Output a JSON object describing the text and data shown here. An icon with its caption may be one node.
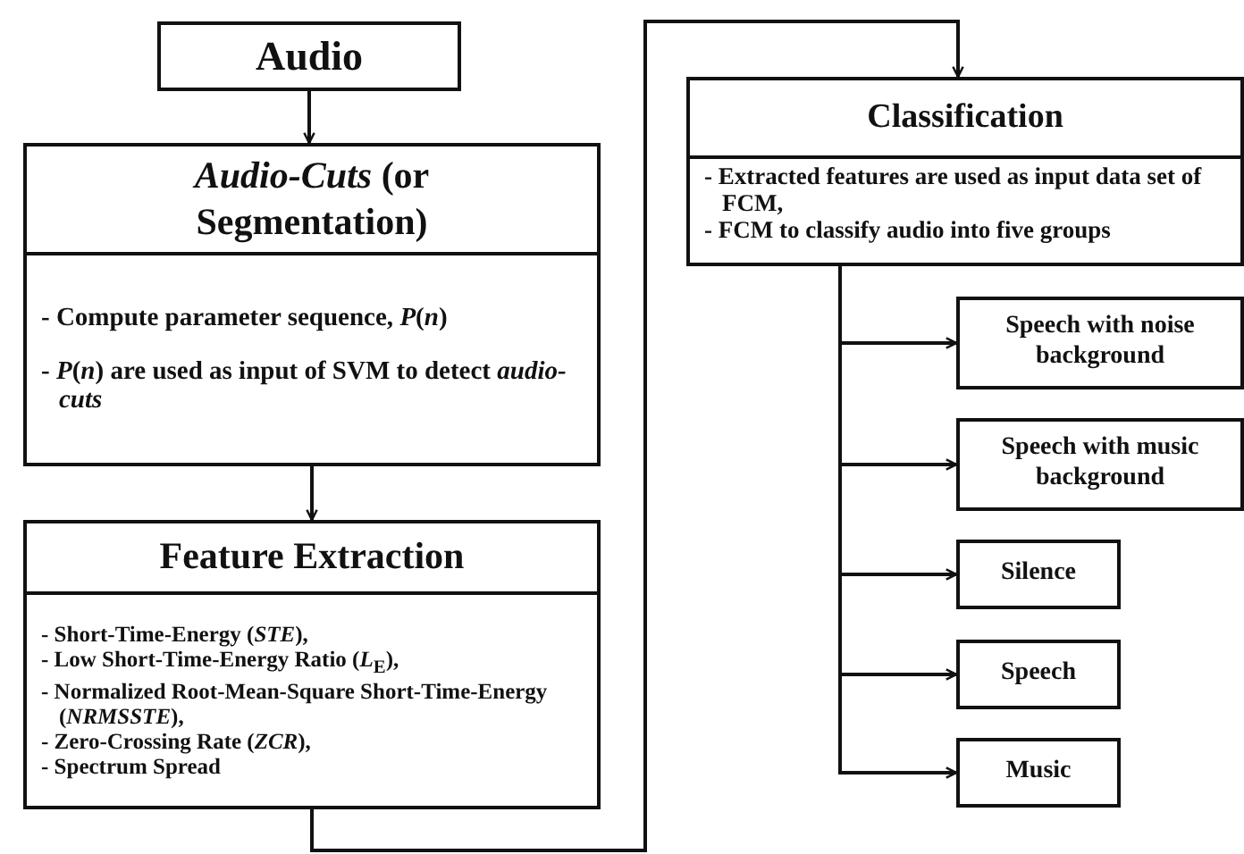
{
  "diagram": {
    "nodes": [
      {
        "text": [
          "Audio"
        ]
      },
      {
        "text": [
          "*Audio-Cuts* (or Segmentation)",
          "- Compute parameter sequence, *P*(*n*)",
          "- *P*(*n*) are used as input of SVM to detect *audio-cuts*"
        ]
      },
      {
        "text": [
          "Feature Extraction",
          "- Short-Time-Energy (*STE*),",
          "- Low Short-Time-Energy Ratio (*L*$_{E}$),",
          "- Normalized Root-Mean-Square Short-Time-Energy (*NRMSSTE*),",
          "- Zero-Crossing Rate (*ZCR*),",
          "- Spectrum Spread"
        ]
      },
      {
        "text": [
          "Classification",
          "- Extracted features are used as input data set of FCM,",
          "- FCM to classify audio into five groups"
        ]
      },
      {
        "text": [
          "Speech with noise background"
        ]
      },
      {
        "text": [
          "Speech with music background"
        ]
      },
      {
        "text": [
          "Silence"
        ]
      },
      {
        "text": [
          "Speech"
        ]
      },
      {
        "text": [
          "Music"
        ]
      }
    ],
    "edges": [
      {
        "from": 0,
        "to": 1,
        "arrow": "to"
      },
      {
        "from": 1,
        "to": 2,
        "arrow": "to"
      },
      {
        "from": 2,
        "to": 3,
        "arrow": "to"
      },
      {
        "from": 3,
        "to": 4,
        "arrow": "to"
      },
      {
        "from": 3,
        "to": 5,
        "arrow": "to"
      },
      {
        "from": 3,
        "to": 6,
        "arrow": "to"
      },
      {
        "from": 3,
        "to": 7,
        "arrow": "to"
      },
      {
        "from": 3,
        "to": 8,
        "arrow": "to"
      }
    ]
  }
}
